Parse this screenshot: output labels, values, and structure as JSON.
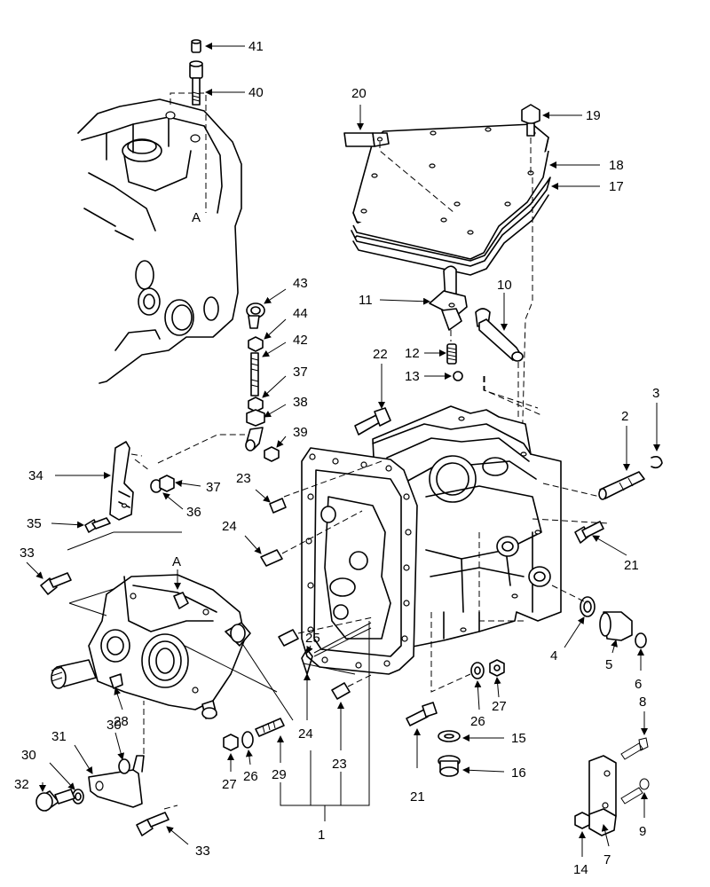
{
  "callouts": {
    "c1": "1",
    "c2": "2",
    "c3": "3",
    "c4": "4",
    "c5": "5",
    "c6": "6",
    "c7": "7",
    "c8": "8",
    "c9": "9",
    "c10": "10",
    "c11": "11",
    "c12": "12",
    "c13": "13",
    "c14": "14",
    "c15": "15",
    "c16": "16",
    "c17": "17",
    "c18": "18",
    "c19": "19",
    "c20": "20",
    "c21a": "21",
    "c21b": "21",
    "c22": "22",
    "c23a": "23",
    "c23b": "23",
    "c24a": "24",
    "c24b": "24",
    "c25": "25",
    "c26a": "26",
    "c26b": "26",
    "c27a": "27",
    "c27b": "27",
    "c28": "28",
    "c29": "29",
    "c30a": "30",
    "c30b": "30",
    "c31": "31",
    "c32": "32",
    "c33a": "33",
    "c33b": "33",
    "c34": "34",
    "c35": "35",
    "c36": "36",
    "c37a": "37",
    "c37b": "37",
    "c38": "38",
    "c39": "39",
    "c40": "40",
    "c41": "41",
    "c42": "42",
    "c43": "43",
    "c44": "44"
  },
  "references": {
    "a_engine": "A",
    "a_pump": "A"
  }
}
